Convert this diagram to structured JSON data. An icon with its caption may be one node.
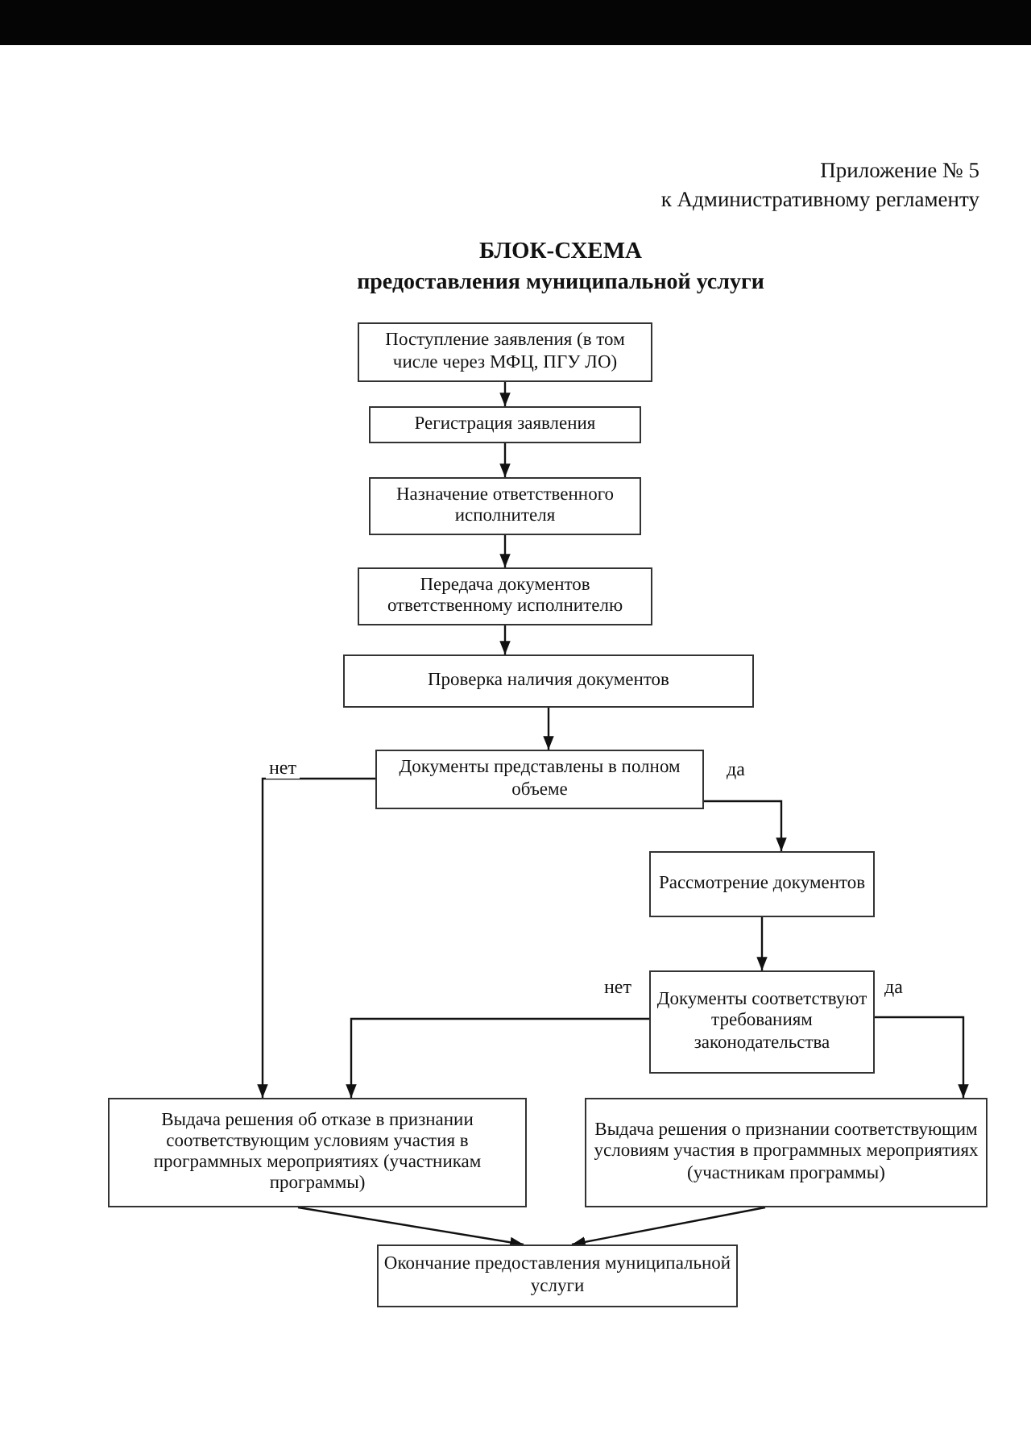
{
  "diagram": {
    "title": "БЛОК-СХЕМА",
    "nodes": [
      {
        "text": [
          "Поступление заявления (в том числе через МФЦ, ПГУ ЛО)"
        ]
      },
      {
        "text": [
          "Регистрация заявления"
        ]
      },
      {
        "text": [
          "Назначение ответственного исполнителя"
        ]
      },
      {
        "text": [
          "Передача документов ответственному исполнителю"
        ]
      },
      {
        "text": [
          "Проверка наличия документов"
        ]
      },
      {
        "text": [
          "Документы представлены в полном объеме"
        ]
      },
      {
        "text": [
          "Рассмотрение документов"
        ]
      },
      {
        "text": [
          "Документы соответствуют требованиям законодательства"
        ]
      },
      {
        "text": [
          "Выдача решения об отказе в признании соответствующим условиям участия в программных мероприятиях (участникам программы)"
        ]
      },
      {
        "text": [
          "Выдача решения о признании соответствующим условиям участия в программных мероприятиях (участникам программы)"
        ]
      },
      {
        "text": [
          "Окончание предоставления муниципальной услуги"
        ]
      }
    ],
    "edges": [
      {
        "from": 0,
        "to": 1,
        "arrow": "to"
      },
      {
        "from": 1,
        "to": 2,
        "arrow": "to"
      },
      {
        "from": 2,
        "to": 3,
        "arrow": "to"
      },
      {
        "from": 3,
        "to": 4,
        "arrow": "to"
      },
      {
        "from": 4,
        "to": 5,
        "arrow": "to"
      },
      {
        "from": 5,
        "to": 8,
        "arrow": "to",
        "label": "нет"
      },
      {
        "from": 5,
        "to": 6,
        "arrow": "to",
        "label": "да"
      },
      {
        "from": 6,
        "to": 7,
        "arrow": "to"
      },
      {
        "from": 7,
        "to": 8,
        "arrow": "to",
        "label": "нет"
      },
      {
        "from": 7,
        "to": 9,
        "arrow": "to",
        "label": "да"
      },
      {
        "from": 8,
        "to": 10,
        "arrow": "to"
      },
      {
        "from": 9,
        "to": 10,
        "arrow": "to"
      }
    ],
    "labels": [
      "Приложение № 5",
      "к Административному регламенту",
      "предоставления муниципальной услуги"
    ]
  }
}
